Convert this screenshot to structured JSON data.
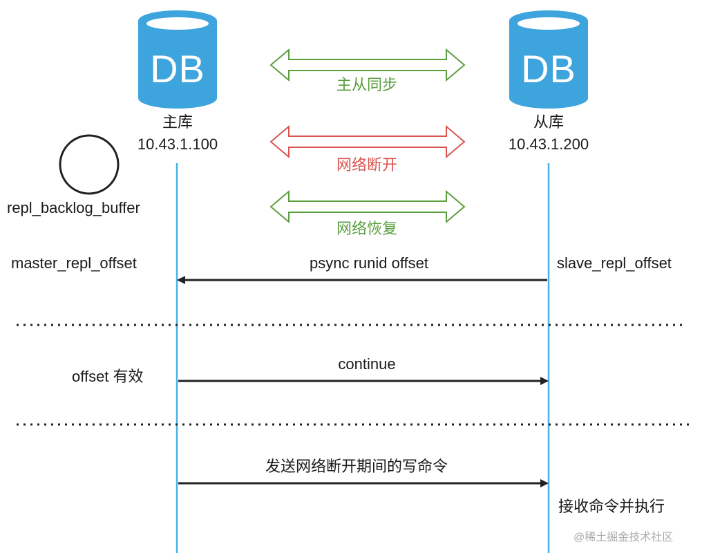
{
  "master": {
    "db_label": "DB",
    "name": "主库",
    "ip": "10.43.1.100",
    "buffer_label": "repl_backlog_buffer",
    "offset_label": "master_repl_offset"
  },
  "slave": {
    "db_label": "DB",
    "name": "从库",
    "ip": "10.43.1.200",
    "offset_label": "slave_repl_offset"
  },
  "states": [
    {
      "label": "主从同步",
      "color": "#5a9e3f"
    },
    {
      "label": "网络断开",
      "color": "#d9534f"
    },
    {
      "label": "网络恢复",
      "color": "#5a9e3f"
    }
  ],
  "messages": [
    {
      "label": "psync runid offset",
      "direction": "slave-to-master"
    },
    {
      "label": "continue",
      "direction": "master-to-slave"
    },
    {
      "label": "发送网络断开期间的写命令",
      "direction": "master-to-slave"
    }
  ],
  "notes": {
    "offset_valid": "offset 有效",
    "execute": "接收命令并执行"
  },
  "watermark": "@稀土掘金技术社区",
  "colors": {
    "db_blue": "#3da4dd",
    "lifeline": "#4ab0e6",
    "sync_green": "#5a9e3f",
    "break_red": "#d9534f",
    "arrow": "#222222"
  }
}
